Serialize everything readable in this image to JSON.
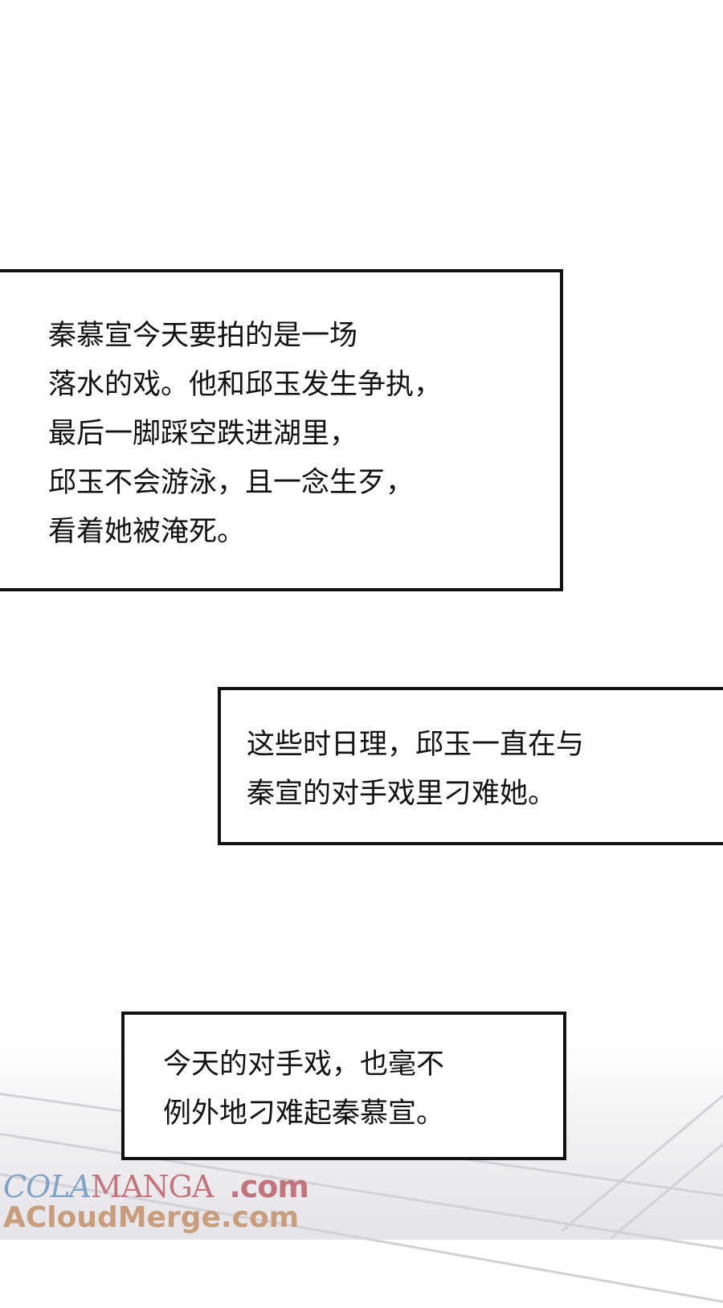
{
  "panels": [
    {
      "lines": [
        "秦慕宣今天要拍的是一场",
        "落水的戏。他和邱玉发生争执，",
        "最后一脚踩空跌进湖里，",
        "邱玉不会游泳，且一念生歹，",
        "看着她被淹死。"
      ]
    },
    {
      "lines": [
        "这些时日理，邱玉一直在与",
        "秦宣的对手戏里刁难她。"
      ]
    },
    {
      "lines": [
        "今天的对手戏，也毫不",
        "例外地刁难起秦慕宣。"
      ]
    }
  ],
  "watermark": {
    "site1_part1": "COLA",
    "site1_part2": "MANGA",
    "site1_part3": ".com",
    "site2": "ACloudMerge.com"
  }
}
